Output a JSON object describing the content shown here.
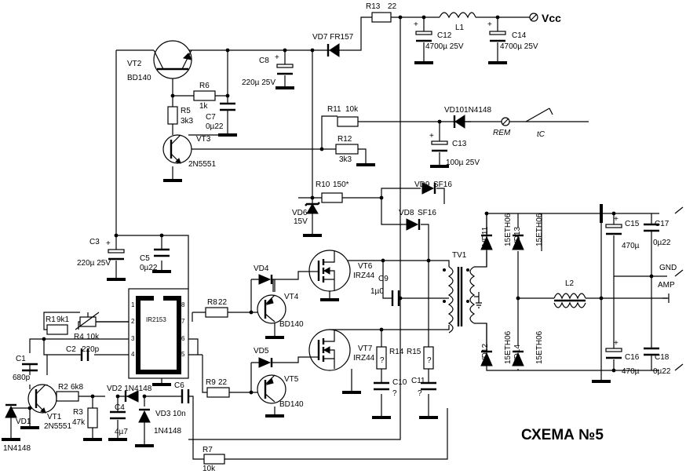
{
  "labels": {
    "vt2": "VT2",
    "vt2_type": "BD140",
    "r5": "R5",
    "r5_val": "3k3",
    "r6": "R6",
    "r6_val": "1k",
    "c7": "C7",
    "c7_val": "0µ22",
    "vt3": "VT3",
    "vt3_type": "2N5551",
    "c8": "C8",
    "c8_val": "220µ 25V",
    "vd7": "VD7 FR157",
    "r13": "R13",
    "r13_val": "22",
    "c12": "C12",
    "c12_val": "4700µ 25V",
    "l1": "L1",
    "c14": "C14",
    "c14_val": "4700µ 25V",
    "vcc": "Vcc",
    "r11": "R11",
    "r11_val": "10k",
    "vd10": "VD101N4148",
    "rem": "REM",
    "tc": "tC",
    "c13": "C13",
    "c13_val": "100µ 25V",
    "r12": "R12",
    "r12_val": "3k3",
    "r10": "R10",
    "r10_val": "150*",
    "vd9": "VD9",
    "vd9_type": "SF16",
    "vd8": "VD8",
    "vd8_type": "SF16",
    "vd6": "VD6",
    "vd6_val": "15V",
    "c3": "C3",
    "c3_val": "220µ 25V",
    "c5": "C5",
    "c5_val": "0µ22",
    "vd4": "VD4",
    "vt4": "VT4",
    "vt4_type": "BD140",
    "vt6": "VT6",
    "vt6_type": "IRZ44",
    "c9": "C9",
    "c9_val": "1µ0",
    "tv1": "TV1",
    "vd11": "VD11",
    "vd13": "VD13",
    "diode_top_type": "15ETH06",
    "vd12": "VD12",
    "vd14": "VD14",
    "diode_bot_type": "15ETH06",
    "l2": "L2",
    "c15": "C15",
    "c15_val": "470µ",
    "c17": "C17",
    "c17_val": "0µ22",
    "c16": "C16",
    "c16_val": "470µ",
    "c18": "C18",
    "c18_val": "0µ22",
    "gnd": "GND",
    "amp": "AMP",
    "r8": "R8",
    "r8_val": "22",
    "ic": "IR2153",
    "pin1": "1",
    "pin2": "2",
    "pin3": "3",
    "pin4": "4",
    "pin5": "5",
    "pin6": "6",
    "pin7": "7",
    "pin8": "8",
    "r1": "R1",
    "r1_val": "9k1",
    "r4": "R4",
    "r4_val": "10k",
    "c2": "C2",
    "c2_val": "220p",
    "c1": "C1",
    "c1_val": "680p",
    "vd5": "VD5",
    "vt5": "VT5",
    "vt5_type": "BD140",
    "vt7": "VT7",
    "vt7_type": "IRZ44",
    "r14": "R14",
    "r14_val": "?",
    "r15": "R15",
    "r15_val": "?",
    "c10": "C10",
    "c10_val": "?",
    "c11": "C11",
    "c11_val": "?",
    "r9": "R9",
    "r9_val": "22",
    "r2": "R2",
    "r2_val": "6k8",
    "vd2": "VD2 1N4148",
    "c6": "C6",
    "c6_val": "10n",
    "r3": "R3",
    "r3_val": "47k",
    "c4": "C4",
    "c4_val": "4µ7",
    "vd3": "VD3",
    "vd3_type": "1N4148",
    "vt1": "VT1",
    "vt1_type": "2N5551",
    "vd1": "VD1",
    "vd1_type": "1N4148",
    "r7": "R7",
    "r7_val": "10k",
    "scheme_title": "СХЕМА №5"
  }
}
